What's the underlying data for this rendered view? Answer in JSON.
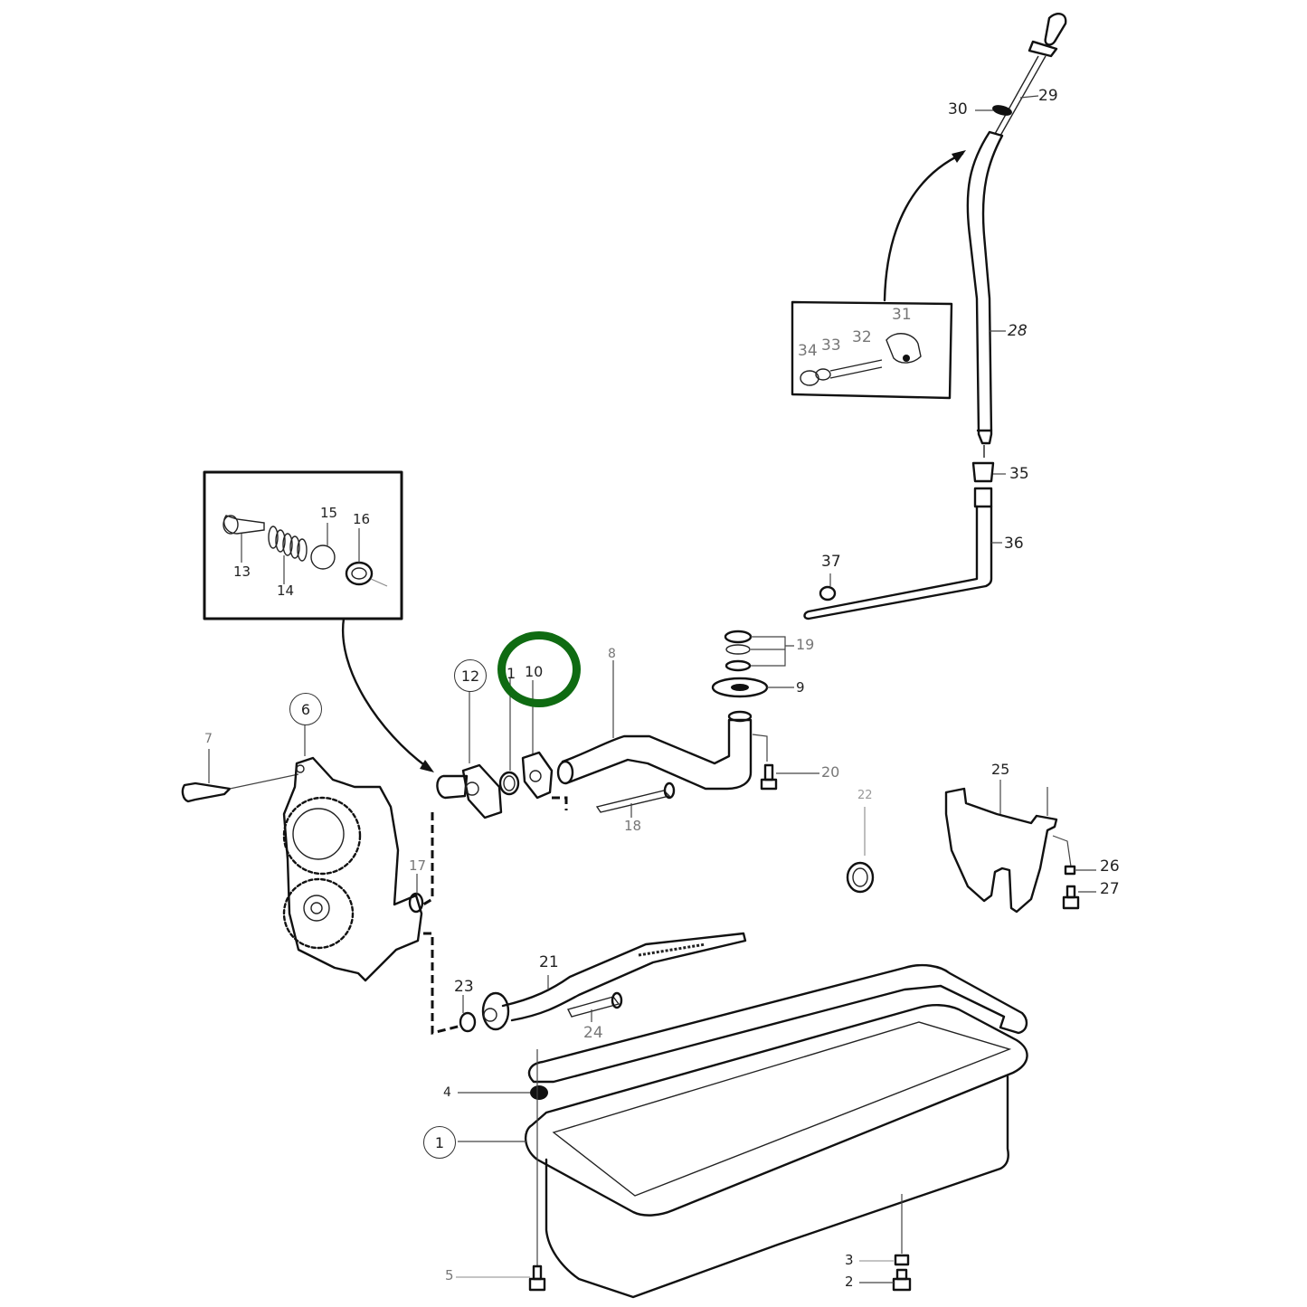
{
  "diagram": {
    "title": "Lubrication system exploded parts diagram: oil pump, oil pipes, dipstick and oil sump",
    "highlight": {
      "target_callout": "10",
      "color": "#0f6b12",
      "shape": "ring"
    },
    "callouts": {
      "c1": "1",
      "c1b": "1",
      "c2": "2",
      "c3": "3",
      "c4": "4",
      "c5": "5",
      "c6": "6",
      "c7": "7",
      "c8": "8",
      "c9": "9",
      "c10": "10",
      "c12": "12",
      "c13": "13",
      "c14": "14",
      "c15": "15",
      "c16": "16",
      "c17": "17",
      "c18": "18",
      "c19": "19",
      "c20": "20",
      "c21": "21",
      "c22": "22",
      "c23": "23",
      "c24": "24",
      "c25": "25",
      "c26": "26",
      "c27": "27",
      "c28": "28",
      "c29": "29",
      "c30": "30",
      "c31": "31",
      "c32": "32",
      "c33": "33",
      "c34": "34",
      "c35": "35",
      "c36": "36",
      "c37": "37"
    },
    "parts": [
      {
        "ref": "1",
        "name": "oil-sump",
        "circled": true
      },
      {
        "ref": "2",
        "name": "drain-plug"
      },
      {
        "ref": "3",
        "name": "drain-plug-washer"
      },
      {
        "ref": "4",
        "name": "sump-gasket"
      },
      {
        "ref": "5",
        "name": "sump-bolt"
      },
      {
        "ref": "6",
        "name": "oil-pump",
        "circled": true
      },
      {
        "ref": "7",
        "name": "pump-bolt"
      },
      {
        "ref": "8",
        "name": "oil-delivery-pipe"
      },
      {
        "ref": "9",
        "name": "pipe-flange"
      },
      {
        "ref": "10",
        "name": "flange-gasket",
        "highlighted": true
      },
      {
        "ref": "12",
        "name": "pump-outlet-housing",
        "circled": true
      },
      {
        "ref": "13",
        "name": "relief-valve-plug"
      },
      {
        "ref": "14",
        "name": "relief-valve-spring"
      },
      {
        "ref": "15",
        "name": "relief-valve-ball"
      },
      {
        "ref": "16",
        "name": "relief-valve-seat"
      },
      {
        "ref": "17",
        "name": "pump-fitting"
      },
      {
        "ref": "18",
        "name": "pipe-bolt"
      },
      {
        "ref": "19",
        "name": "seal-rings"
      },
      {
        "ref": "20",
        "name": "flange-screw"
      },
      {
        "ref": "21",
        "name": "suction-pipe-strainer"
      },
      {
        "ref": "22",
        "name": "hose-clamp"
      },
      {
        "ref": "23",
        "name": "o-ring"
      },
      {
        "ref": "24",
        "name": "suction-pipe-bolt"
      },
      {
        "ref": "25",
        "name": "pipe-bracket"
      },
      {
        "ref": "26",
        "name": "washer"
      },
      {
        "ref": "27",
        "name": "bracket-screw"
      },
      {
        "ref": "28",
        "name": "dipstick-tube"
      },
      {
        "ref": "29",
        "name": "dipstick"
      },
      {
        "ref": "30",
        "name": "dipstick-seal"
      },
      {
        "ref": "31",
        "name": "clamp"
      },
      {
        "ref": "32",
        "name": "sleeve"
      },
      {
        "ref": "33",
        "name": "sleeve-seal"
      },
      {
        "ref": "34",
        "name": "nut"
      },
      {
        "ref": "35",
        "name": "tube-union"
      },
      {
        "ref": "36",
        "name": "lower-dipstick-tube"
      },
      {
        "ref": "37",
        "name": "tube-clip"
      }
    ]
  }
}
